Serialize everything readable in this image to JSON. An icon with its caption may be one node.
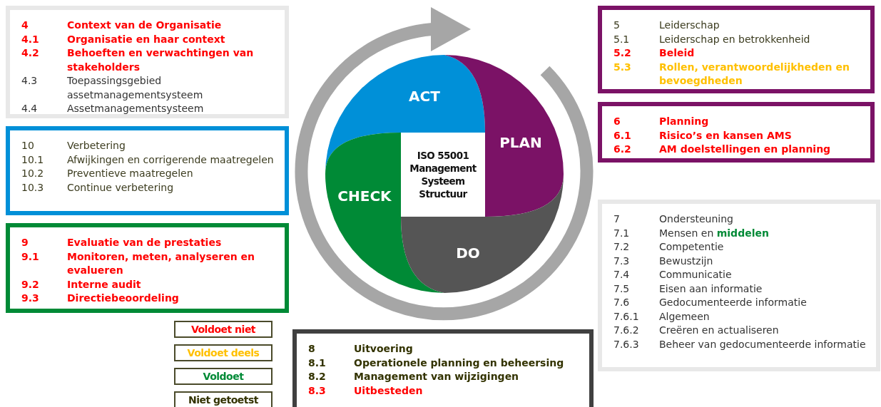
{
  "diagram": {
    "nodes": [
      {
        "text": [],
        "shape": "box"
      },
      {
        "text": [
          "4",
          "Context van de Organisatie"
        ],
        "in": 0
      },
      {
        "text": [
          "4.1",
          "Organisatie en haar context"
        ],
        "in": 0
      },
      {
        "text": [
          "4.2",
          "Behoeften en verwachtingen van stakeholders"
        ],
        "in": 0
      },
      {
        "text": [
          "4.3",
          "Toepassingsgebied assetmanagementsysteem"
        ],
        "in": 0
      },
      {
        "text": [
          "4.4",
          "Assetmanagementsysteem"
        ],
        "in": 0
      },
      {
        "text": [],
        "shape": "box"
      },
      {
        "text": [
          "10",
          "Verbetering"
        ],
        "in": 6
      },
      {
        "text": [
          "10.1",
          "Afwijkingen en corrigerende maatregelen"
        ],
        "in": 6
      },
      {
        "text": [
          "10.2",
          "Preventieve maatregelen"
        ],
        "in": 6
      },
      {
        "text": [
          "10.3",
          "Continue verbetering"
        ],
        "in": 6
      },
      {
        "text": [],
        "shape": "box"
      },
      {
        "text": [
          "9",
          "Evaluatie van de prestaties"
        ],
        "in": 11
      },
      {
        "text": [
          "9.1",
          "Monitoren, meten, analyseren en evalueren"
        ],
        "in": 11
      },
      {
        "text": [
          "9.2",
          "Interne audit"
        ],
        "in": 11
      },
      {
        "text": [
          "9.3",
          "Directiebeoordeling"
        ],
        "in": 11
      },
      {
        "text": [
          "ACT"
        ]
      },
      {
        "text": [
          "PLAN"
        ]
      },
      {
        "text": [
          "ISO 55001 Management Systeem Structuur"
        ]
      },
      {
        "text": [
          "CHECK"
        ]
      },
      {
        "text": [
          "DO"
        ]
      },
      {
        "text": [],
        "shape": "box"
      },
      {
        "text": [
          "5",
          "Leiderschap"
        ],
        "in": 21
      },
      {
        "text": [
          "5.1",
          "Leiderschap en betrokkenheid"
        ],
        "in": 21
      },
      {
        "text": [
          "5.2",
          "Beleid"
        ],
        "in": 21
      },
      {
        "text": [
          "5.3",
          "Rollen, verantwoordelijkheden en bevoegdheden"
        ],
        "in": 21
      },
      {
        "text": [],
        "shape": "box"
      },
      {
        "text": [
          "6",
          "Planning"
        ],
        "in": 26
      },
      {
        "text": [
          "6.1",
          "Risico’s en kansen AMS"
        ],
        "in": 26
      },
      {
        "text": [
          "6.2",
          "AM doelstellingen en planning"
        ],
        "in": 26
      },
      {
        "text": [],
        "shape": "box"
      },
      {
        "text": [
          "7",
          "Ondersteuning"
        ],
        "in": 30
      },
      {
        "text": [
          "7.1",
          "Mensen en **middelen**"
        ],
        "in": 30
      },
      {
        "text": [
          "7.2",
          "Competentie"
        ],
        "in": 30
      },
      {
        "text": [
          "7.3",
          "Bewustzijn"
        ],
        "in": 30
      },
      {
        "text": [
          "7.4",
          "Communicatie"
        ],
        "in": 30
      },
      {
        "text": [
          "7.5",
          "Eisen aan informatie"
        ],
        "in": 30
      },
      {
        "text": [
          "7.6",
          "Gedocumenteerde informatie"
        ],
        "in": 30
      },
      {
        "text": [
          "7.6.1",
          "Algemeen"
        ],
        "in": 30
      },
      {
        "text": [
          "7.6.2",
          "Creëren en actualiseren"
        ],
        "in": 30
      },
      {
        "text": [
          "7.6.3",
          "Beheer van gedocumenteerde informatie"
        ],
        "in": 30
      },
      {
        "text": [],
        "shape": "box"
      },
      {
        "text": [
          "8",
          "Uitvoering"
        ],
        "in": 41
      },
      {
        "text": [
          "8.1",
          "Operationele planning en beheersing"
        ],
        "in": 41
      },
      {
        "text": [
          "8.2",
          "Management van wijzigingen"
        ],
        "in": 41
      },
      {
        "text": [
          "8.3",
          "Uitbesteden"
        ],
        "in": 41
      }
    ],
    "edges": [],
    "legend": [
      {
        "text": "Voldoet niet",
        "color": "#ff0000"
      },
      {
        "text": "Voldoet deels",
        "color": "#ffc000"
      },
      {
        "text": "Voldoet",
        "color": "#008a36"
      },
      {
        "text": "Niet getoetst",
        "color": "#333300"
      }
    ]
  }
}
